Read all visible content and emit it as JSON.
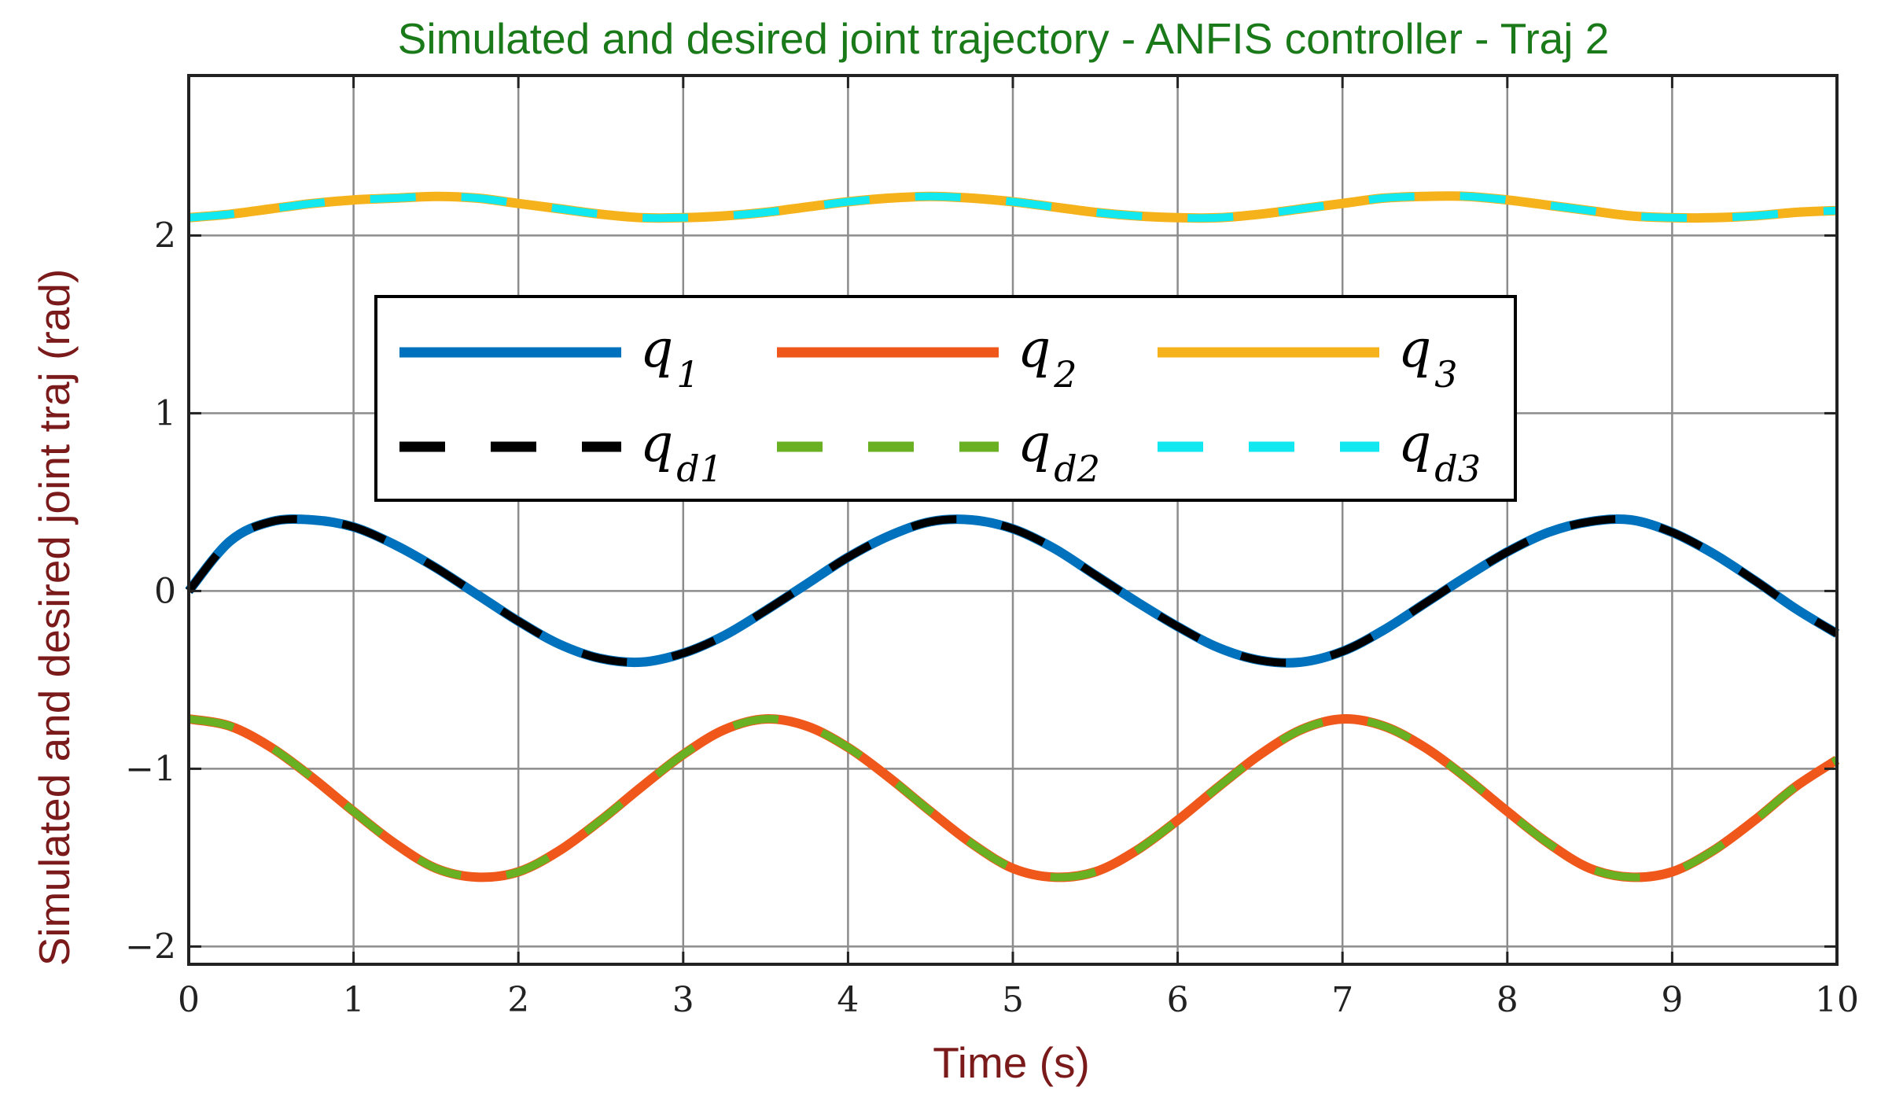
{
  "chart_data": {
    "type": "line",
    "title": "Simulated and desired joint trajectory - ANFIS controller - Traj 2",
    "xlabel": "Time (s)",
    "ylabel": "Simulated and desired joint traj (rad)",
    "xlim": [
      0,
      10
    ],
    "ylim": [
      -2.1,
      2.9
    ],
    "xticks": [
      "0",
      "1",
      "2",
      "3",
      "4",
      "5",
      "6",
      "7",
      "8",
      "9",
      "10"
    ],
    "yticks": [
      "2",
      "1",
      "0",
      "−2",
      "−1"
    ],
    "ytick_values": [
      2,
      1,
      0,
      -2,
      -1
    ],
    "grid": true,
    "legend_position": "upper-center",
    "legend_columns": 3,
    "title_color": "#1a7a1a",
    "label_color": "#7a1a1a",
    "x": [
      0.0,
      0.25,
      0.5,
      0.75,
      1.0,
      1.25,
      1.5,
      1.75,
      2.0,
      2.25,
      2.5,
      2.75,
      3.0,
      3.25,
      3.5,
      3.75,
      4.0,
      4.25,
      4.5,
      4.75,
      5.0,
      5.25,
      5.5,
      5.75,
      6.0,
      6.25,
      6.5,
      6.75,
      7.0,
      7.25,
      7.5,
      7.75,
      8.0,
      8.25,
      8.5,
      8.75,
      9.0,
      9.25,
      9.5,
      9.75,
      10.0
    ],
    "series": [
      {
        "name": "q",
        "sub": "1",
        "color": "#0072bd",
        "style": "solid",
        "values": [
          0.0,
          0.28,
          0.39,
          0.4,
          0.36,
          0.26,
          0.13,
          -0.02,
          -0.17,
          -0.3,
          -0.38,
          -0.4,
          -0.35,
          -0.25,
          -0.11,
          0.04,
          0.19,
          0.31,
          0.39,
          0.4,
          0.35,
          0.24,
          0.09,
          -0.06,
          -0.2,
          -0.32,
          -0.39,
          -0.4,
          -0.34,
          -0.22,
          -0.07,
          0.08,
          0.22,
          0.33,
          0.39,
          0.4,
          0.33,
          0.21,
          0.06,
          -0.1,
          -0.24
        ]
      },
      {
        "name": "q",
        "sub": "2",
        "color": "#f0571a",
        "style": "solid",
        "values": [
          -0.72,
          -0.76,
          -0.88,
          -1.05,
          -1.24,
          -1.42,
          -1.56,
          -1.61,
          -1.58,
          -1.46,
          -1.29,
          -1.1,
          -0.92,
          -0.78,
          -0.72,
          -0.76,
          -0.88,
          -1.05,
          -1.24,
          -1.42,
          -1.56,
          -1.61,
          -1.58,
          -1.46,
          -1.29,
          -1.1,
          -0.92,
          -0.78,
          -0.72,
          -0.76,
          -0.88,
          -1.05,
          -1.24,
          -1.42,
          -1.56,
          -1.61,
          -1.58,
          -1.46,
          -1.29,
          -1.1,
          -0.95
        ]
      },
      {
        "name": "q",
        "sub": "3",
        "color": "#f5b21a",
        "style": "solid",
        "values": [
          2.1,
          2.12,
          2.15,
          2.18,
          2.2,
          2.21,
          2.22,
          2.21,
          2.18,
          2.15,
          2.12,
          2.1,
          2.1,
          2.11,
          2.13,
          2.16,
          2.19,
          2.21,
          2.22,
          2.21,
          2.19,
          2.16,
          2.13,
          2.11,
          2.1,
          2.1,
          2.12,
          2.15,
          2.18,
          2.21,
          2.22,
          2.22,
          2.2,
          2.17,
          2.14,
          2.11,
          2.1,
          2.1,
          2.11,
          2.13,
          2.14
        ]
      },
      {
        "name": "q",
        "sub": "d1",
        "color": "#000000",
        "style": "dashed",
        "values": [
          0.0,
          0.28,
          0.39,
          0.4,
          0.36,
          0.26,
          0.13,
          -0.02,
          -0.17,
          -0.3,
          -0.38,
          -0.4,
          -0.35,
          -0.25,
          -0.11,
          0.04,
          0.19,
          0.31,
          0.39,
          0.4,
          0.35,
          0.24,
          0.09,
          -0.06,
          -0.2,
          -0.32,
          -0.39,
          -0.4,
          -0.34,
          -0.22,
          -0.07,
          0.08,
          0.22,
          0.33,
          0.39,
          0.4,
          0.33,
          0.21,
          0.06,
          -0.1,
          -0.24
        ]
      },
      {
        "name": "q",
        "sub": "d2",
        "color": "#6ab023",
        "style": "dashed",
        "values": [
          -0.72,
          -0.76,
          -0.88,
          -1.05,
          -1.24,
          -1.42,
          -1.56,
          -1.61,
          -1.58,
          -1.46,
          -1.29,
          -1.1,
          -0.92,
          -0.78,
          -0.72,
          -0.76,
          -0.88,
          -1.05,
          -1.24,
          -1.42,
          -1.56,
          -1.61,
          -1.58,
          -1.46,
          -1.29,
          -1.1,
          -0.92,
          -0.78,
          -0.72,
          -0.76,
          -0.88,
          -1.05,
          -1.24,
          -1.42,
          -1.56,
          -1.61,
          -1.58,
          -1.46,
          -1.29,
          -1.1,
          -0.95
        ]
      },
      {
        "name": "q",
        "sub": "d3",
        "color": "#12e8f0",
        "style": "dashed",
        "values": [
          2.1,
          2.12,
          2.15,
          2.18,
          2.2,
          2.21,
          2.22,
          2.21,
          2.18,
          2.15,
          2.12,
          2.1,
          2.1,
          2.11,
          2.13,
          2.16,
          2.19,
          2.21,
          2.22,
          2.21,
          2.19,
          2.16,
          2.13,
          2.11,
          2.1,
          2.1,
          2.12,
          2.15,
          2.18,
          2.21,
          2.22,
          2.22,
          2.2,
          2.17,
          2.14,
          2.11,
          2.1,
          2.1,
          2.11,
          2.13,
          2.14
        ]
      }
    ]
  }
}
